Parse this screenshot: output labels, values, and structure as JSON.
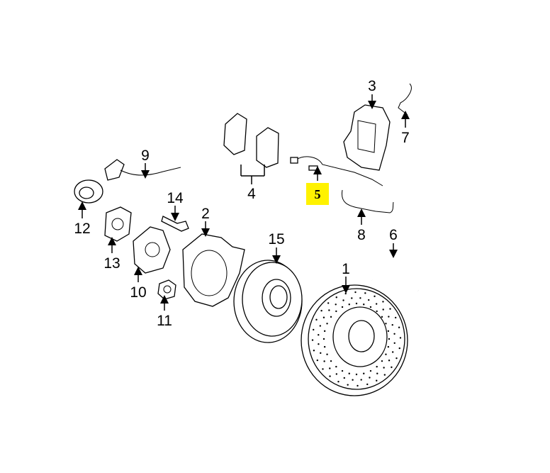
{
  "callouts": {
    "c1": "1",
    "c2": "2",
    "c3": "3",
    "c4": "4",
    "c5": "5",
    "c6": "6",
    "c7": "7",
    "c8": "8",
    "c9": "9",
    "c10": "10",
    "c11": "11",
    "c12": "12",
    "c13": "13",
    "c14": "14",
    "c15": "15"
  },
  "highlight_color": "#FFF200"
}
